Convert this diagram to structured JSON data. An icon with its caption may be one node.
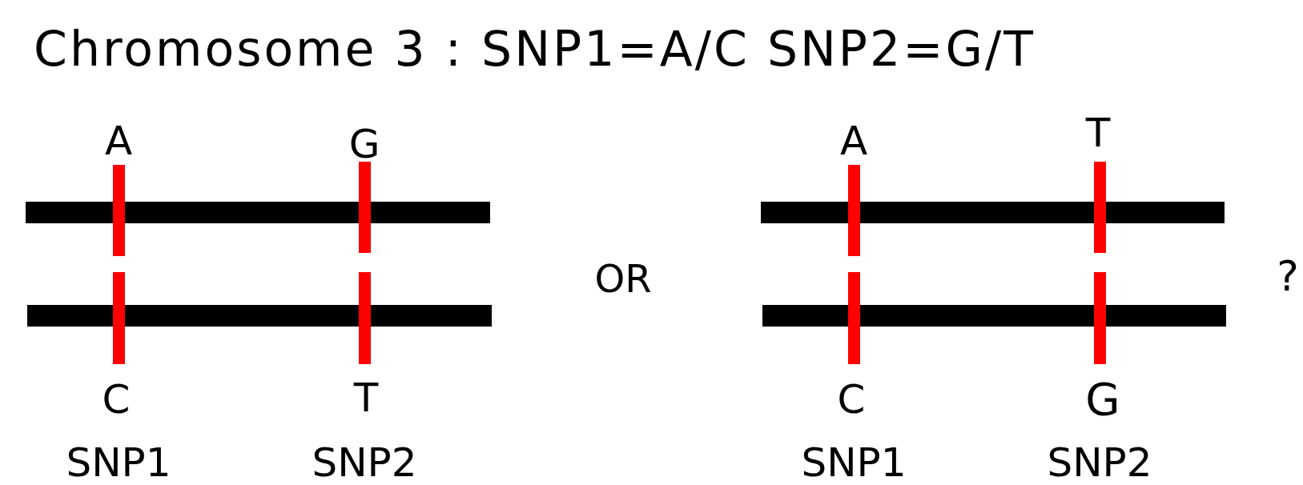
{
  "diagram": {
    "title": "Chromosome 3 : SNP1=A/C SNP2=G/T",
    "labels": [
      "A",
      "G",
      "A",
      "T",
      "OR",
      "?",
      "C",
      "T",
      "C",
      "G",
      "SNP1",
      "SNP2",
      "SNP1",
      "SNP2"
    ]
  }
}
